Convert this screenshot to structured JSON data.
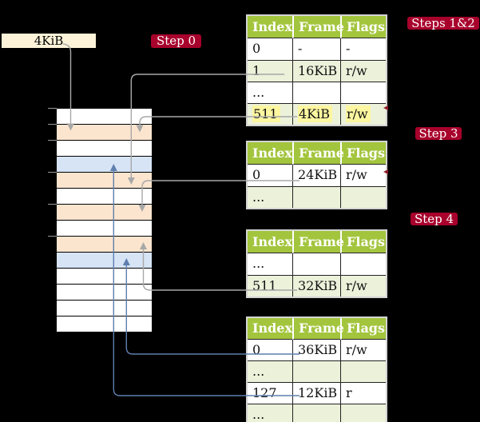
{
  "colors": {
    "header_green": "#a3c53e",
    "row_shade": "#ecf1da",
    "highlight_yellow": "#fcf6a0",
    "peach": "#fce5cf",
    "blue": "#d6e4f6",
    "cream": "#fdf3d8",
    "crimson": "#a8012c",
    "arrow_gray": "#a8a8a8",
    "arrow_blue": "#5f7fae"
  },
  "legend_box": {
    "label": "4KiB"
  },
  "step_labels": {
    "step0": "Step 0",
    "steps12": "Steps 1&2",
    "step3": "Step 3",
    "step4": "Step 4"
  },
  "memory": {
    "rows": [
      "white",
      "peach",
      "white",
      "blue",
      "peach",
      "white",
      "peach",
      "white",
      "peach",
      "blue",
      "white",
      "white",
      "white",
      "white"
    ]
  },
  "tables": [
    {
      "columns": [
        "Index",
        "Frame",
        "Flags"
      ],
      "rows": [
        {
          "cells": [
            "0",
            "-",
            "-"
          ]
        },
        {
          "cells": [
            "1",
            "16KiB",
            "r/w"
          ]
        },
        {
          "cells": [
            "...",
            "",
            ""
          ]
        },
        {
          "cells": [
            "511",
            "4KiB",
            "r/w"
          ],
          "highlight": true
        }
      ]
    },
    {
      "columns": [
        "Index",
        "Frame",
        "Flags"
      ],
      "rows": [
        {
          "cells": [
            "0",
            "24KiB",
            "r/w"
          ]
        },
        {
          "cells": [
            "...",
            "",
            ""
          ]
        }
      ]
    },
    {
      "columns": [
        "Index",
        "Frame",
        "Flags"
      ],
      "rows": [
        {
          "cells": [
            "...",
            "",
            ""
          ]
        },
        {
          "cells": [
            "511",
            "32KiB",
            "r/w"
          ]
        }
      ]
    },
    {
      "columns": [
        "Index",
        "Frame",
        "Flags"
      ],
      "rows": [
        {
          "cells": [
            "0",
            "36KiB",
            "r/w"
          ]
        },
        {
          "cells": [
            "...",
            "",
            ""
          ]
        },
        {
          "cells": [
            "127",
            "12KiB",
            "r"
          ]
        },
        {
          "cells": [
            "...",
            "",
            ""
          ]
        }
      ]
    }
  ]
}
